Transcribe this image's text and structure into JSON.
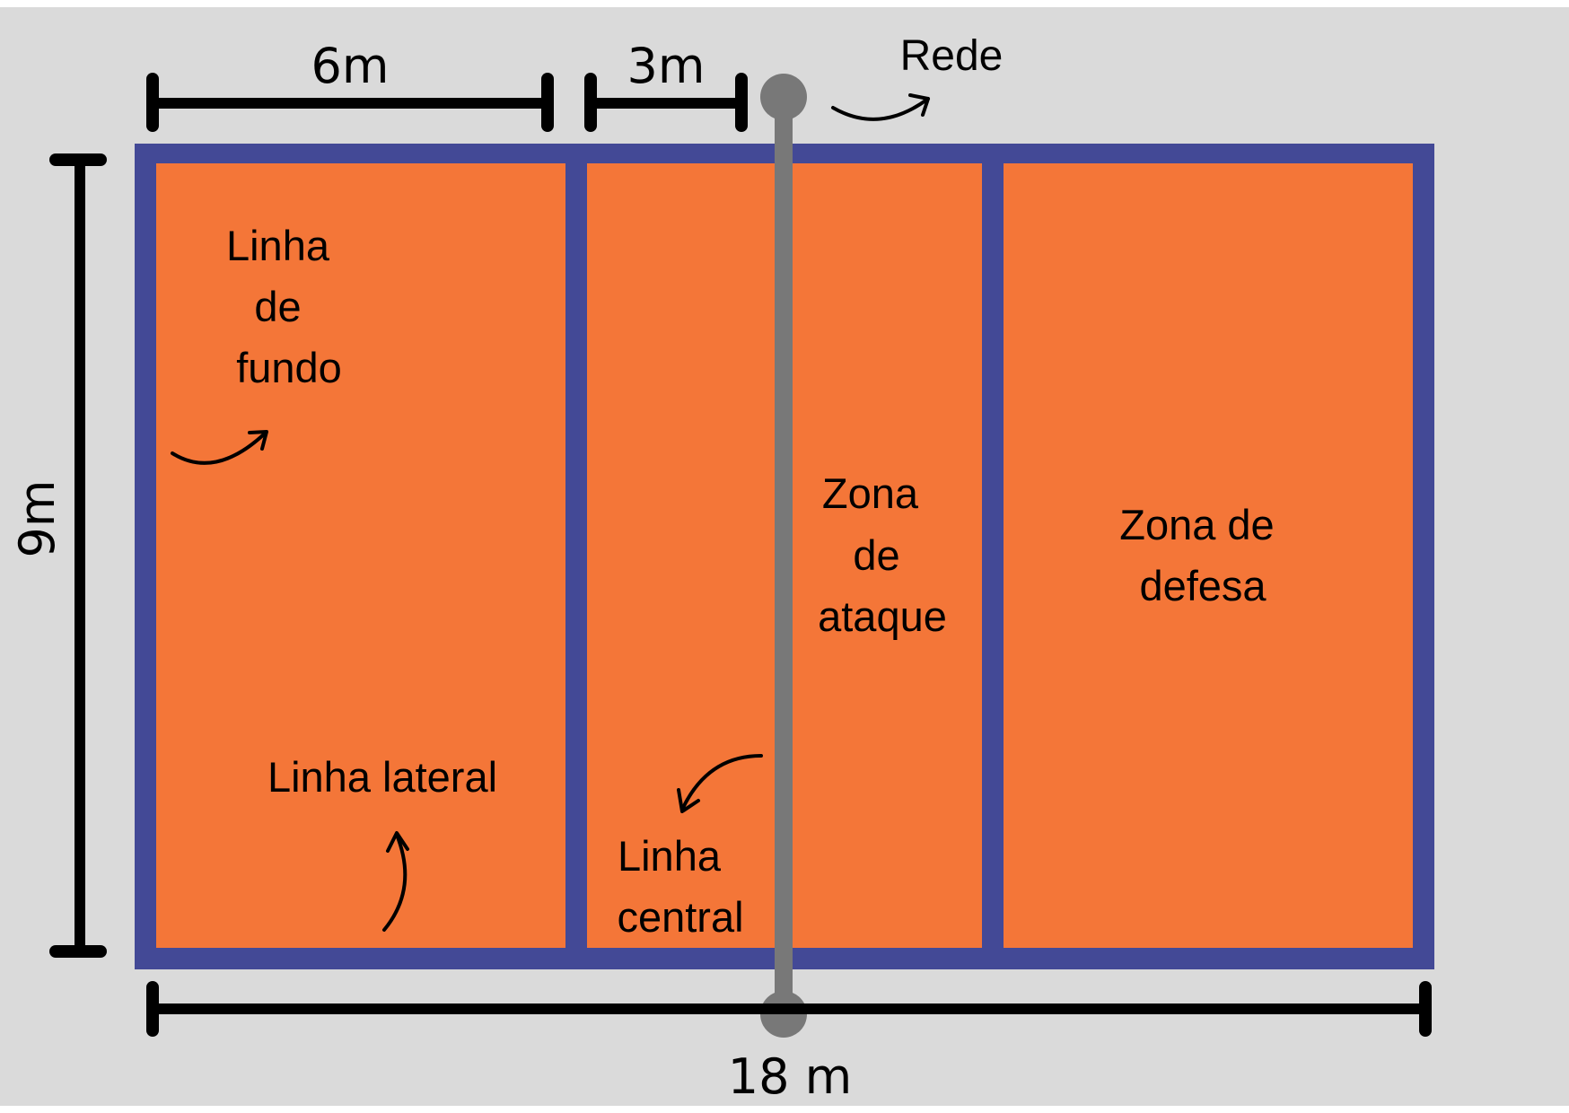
{
  "colors": {
    "background": "#dadada",
    "court_fill": "#f47638",
    "court_lines": "#434996",
    "net": "#787878",
    "dimension_lines": "#000000",
    "text": "#000000"
  },
  "dimensions": {
    "backcourt": "6m",
    "attack": "3m",
    "width": "9m",
    "length": "18 m"
  },
  "labels": {
    "net": "Rede",
    "end_line": [
      "Linha",
      "de",
      "fundo"
    ],
    "side_line": "Linha lateral",
    "center_line": [
      "Linha",
      "central"
    ],
    "attack_zone": [
      "Zona",
      "de",
      "ataque"
    ],
    "defense_zone": [
      "Zona de",
      "defesa"
    ]
  }
}
